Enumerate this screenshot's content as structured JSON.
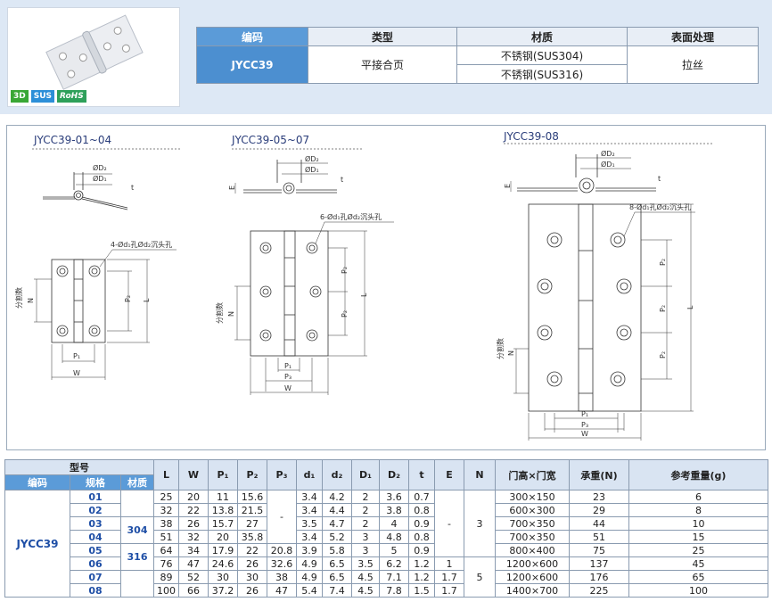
{
  "header": {
    "badges": [
      "3D",
      "SUS",
      "RoHS"
    ],
    "table": {
      "col_code": "编码",
      "col_type": "类型",
      "col_material": "材质",
      "col_finish": "表面处理",
      "code": "JYCC39",
      "type": "平接合页",
      "materials": [
        "不锈钢(SUS304)",
        "不锈钢(SUS316)"
      ],
      "finish": "拉丝"
    }
  },
  "drawing": {
    "title1": "JYCC39-01~04",
    "title2": "JYCC39-05~07",
    "title3": "JYCC39-08",
    "note1": "4-Ød₁孔Ød₂沉头孔",
    "note2": "6-Ød₁孔Ød₂沉头孔",
    "note3": "8-Ød₁孔Ød₂沉头孔",
    "labels": {
      "d2": "ØD₂",
      "d1": "ØD₁",
      "t": "t",
      "e": "E",
      "p1": "P₁",
      "p2": "P₂",
      "p3": "P₃",
      "w": "W",
      "l": "L",
      "n": "N",
      "seg": "分割数"
    }
  },
  "spec": {
    "headers": {
      "model": "型号",
      "code": "编码",
      "size": "规格",
      "material": "材质",
      "L": "L",
      "W": "W",
      "P1": "P₁",
      "P2": "P₂",
      "P3": "P₃",
      "d1": "d₁",
      "d2": "d₂",
      "D1": "D₁",
      "D2": "D₂",
      "t": "t",
      "E": "E",
      "N": "N",
      "door": "门高×门宽",
      "load": "承重(N)",
      "weight": "参考重量(g)"
    },
    "code": "JYCC39",
    "mat304": "304",
    "mat316": "316",
    "dash": "-",
    "N3": "3",
    "N5": "5",
    "E1": "1",
    "rows": [
      {
        "size": "01",
        "L": "25",
        "W": "20",
        "P1": "11",
        "P2": "15.6",
        "d1": "3.4",
        "d2": "4.2",
        "D1": "2",
        "D2": "3.6",
        "t": "0.7",
        "door": "300×150",
        "load": "23",
        "weight": "6"
      },
      {
        "size": "02",
        "L": "32",
        "W": "22",
        "P1": "13.8",
        "P2": "21.5",
        "d1": "3.4",
        "d2": "4.4",
        "D1": "2",
        "D2": "3.8",
        "t": "0.8",
        "door": "600×300",
        "load": "29",
        "weight": "8"
      },
      {
        "size": "03",
        "L": "38",
        "W": "26",
        "P1": "15.7",
        "P2": "27",
        "d1": "3.5",
        "d2": "4.7",
        "D1": "2",
        "D2": "4",
        "t": "0.9",
        "door": "700×350",
        "load": "44",
        "weight": "10"
      },
      {
        "size": "04",
        "L": "51",
        "W": "32",
        "P1": "20",
        "P2": "35.8",
        "d1": "3.4",
        "d2": "5.2",
        "D1": "3",
        "D2": "4.8",
        "t": "0.8",
        "door": "700×350",
        "load": "51",
        "weight": "15"
      },
      {
        "size": "05",
        "L": "64",
        "W": "34",
        "P1": "17.9",
        "P2": "22",
        "P3": "20.8",
        "d1": "3.9",
        "d2": "5.8",
        "D1": "3",
        "D2": "5",
        "t": "0.9",
        "door": "800×400",
        "load": "75",
        "weight": "25"
      },
      {
        "size": "06",
        "L": "76",
        "W": "47",
        "P1": "24.6",
        "P2": "26",
        "P3": "32.6",
        "d1": "4.9",
        "d2": "6.5",
        "D1": "3.5",
        "D2": "6.2",
        "t": "1.2",
        "door": "1200×600",
        "load": "137",
        "weight": "45"
      },
      {
        "size": "07",
        "L": "89",
        "W": "52",
        "P1": "30",
        "P2": "30",
        "P3": "38",
        "d1": "4.9",
        "d2": "6.5",
        "D1": "4.5",
        "D2": "7.1",
        "t": "1.2",
        "E": "1.7",
        "door": "1200×600",
        "load": "176",
        "weight": "65"
      },
      {
        "size": "08",
        "L": "100",
        "W": "66",
        "P1": "37.2",
        "P2": "26",
        "P3": "47",
        "d1": "5.4",
        "d2": "7.4",
        "D1": "4.5",
        "D2": "7.8",
        "t": "1.5",
        "E": "1.7",
        "door": "1400×700",
        "load": "225",
        "weight": "100"
      }
    ]
  }
}
